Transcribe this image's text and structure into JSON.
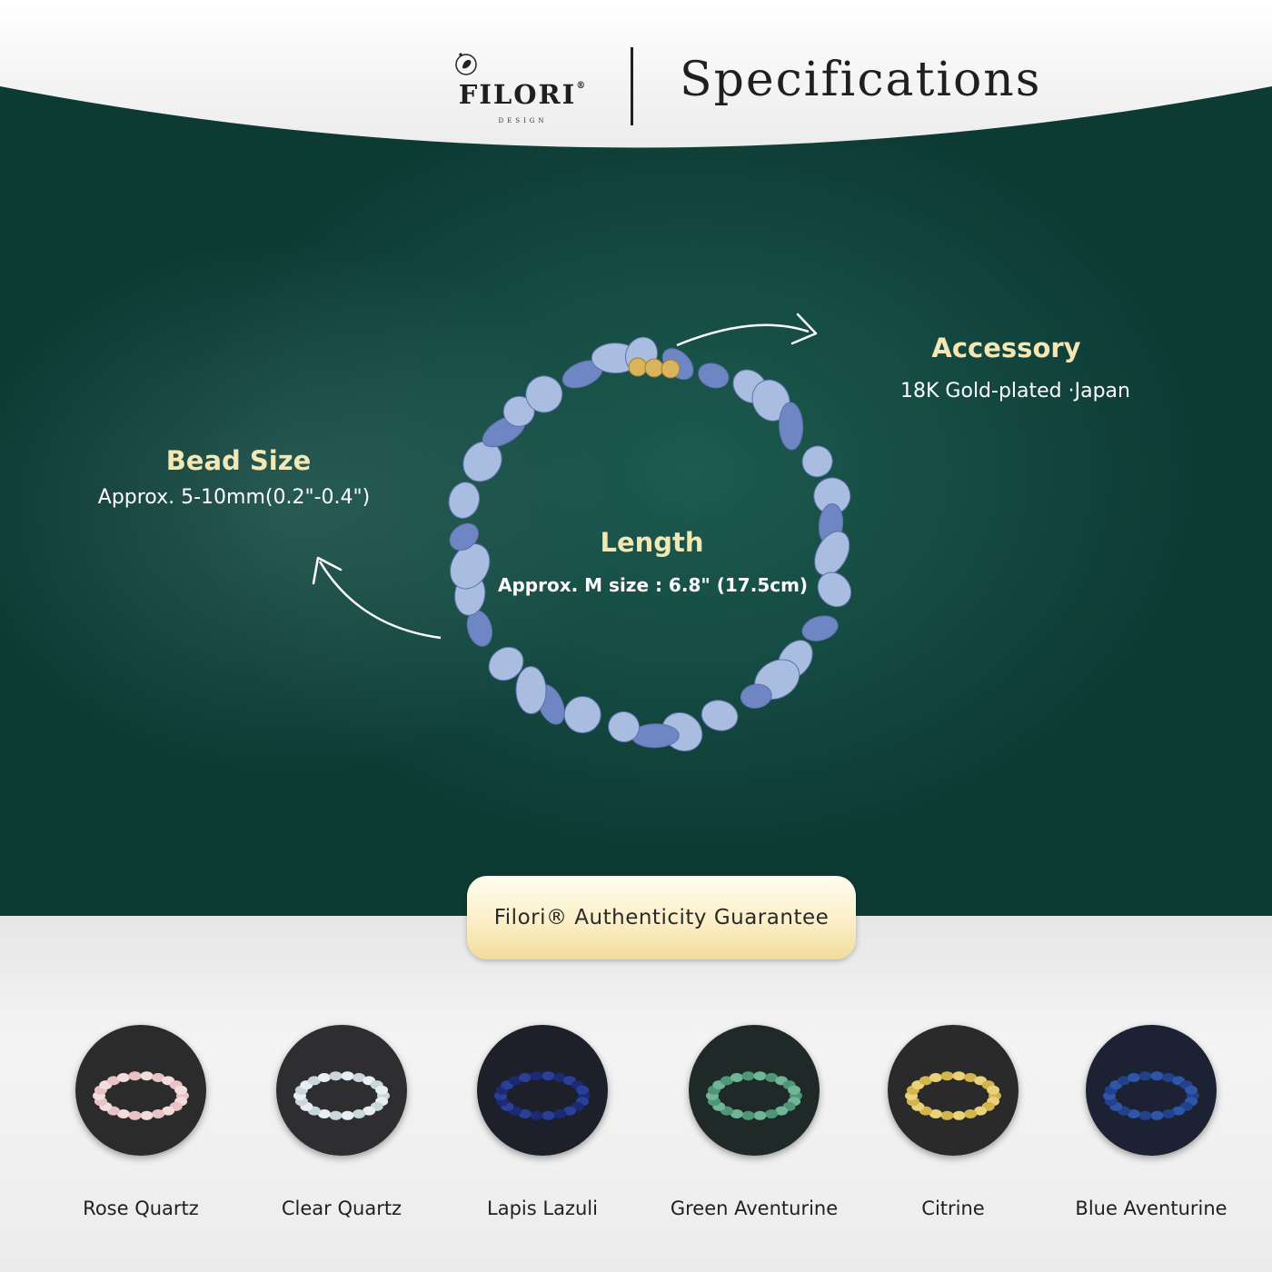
{
  "brand": {
    "name": "FILORI",
    "registered": "®",
    "sub": "DESIGN"
  },
  "header": {
    "title": "Specifications"
  },
  "specs": {
    "accessory": {
      "label": "Accessory",
      "value": "18K Gold-plated ·Japan"
    },
    "bead_size": {
      "label": "Bead Size",
      "value": "Approx. 5-10mm(0.2\"-0.4\")"
    },
    "length": {
      "label": "Length",
      "value": "Approx. M size : 6.8\" (17.5cm)"
    }
  },
  "guarantee": {
    "label": "Filori® Authenticity Guarantee"
  },
  "variants": [
    {
      "name": "Rose Quartz",
      "bg": "#2b2b2b",
      "bead": "#f3dcdc",
      "bead2": "#e9c2c6"
    },
    {
      "name": "Clear Quartz",
      "bg": "#2e2e30",
      "bead": "#e9eef0",
      "bead2": "#c9d6db"
    },
    {
      "name": "Lapis Lazuli",
      "bg": "#1d1f2b",
      "bead": "#2a3f9a",
      "bead2": "#1b2a73"
    },
    {
      "name": "Green Aventurine",
      "bg": "#1f2a28",
      "bead": "#6fb596",
      "bead2": "#4e9677"
    },
    {
      "name": "Citrine",
      "bg": "#2a2a2a",
      "bead": "#e9d27a",
      "bead2": "#d2b54c"
    },
    {
      "name": "Blue Aventurine",
      "bg": "#1c2233",
      "bead": "#2f55a8",
      "bead2": "#21418a"
    }
  ],
  "colors": {
    "label_gold": "#f3e7b4",
    "bracelet_bead": "#a9bde0",
    "bracelet_bead_dark": "#6f86c4",
    "gold_spacer": "#d9b45a"
  }
}
